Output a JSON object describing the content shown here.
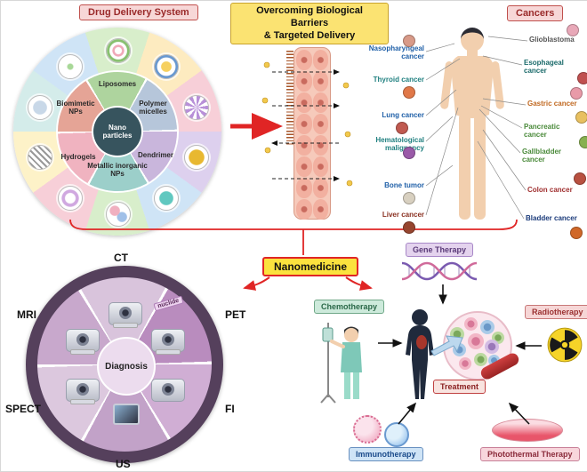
{
  "titles": {
    "drug_delivery": "Drug Delivery System",
    "barriers_line1": "Overcoming Biological Barriers",
    "barriers_line2": "& Targeted Delivery",
    "cancers": "Cancers",
    "nanomedicine": "Nanomedicine"
  },
  "drug_delivery_wheel": {
    "center_line1": "Nano",
    "center_line2": "particles",
    "segments": [
      "Liposomes",
      "Polymer micelles",
      "Dendrimer",
      "Metallic inorganic NPs",
      "Hydrogels",
      "Biomimetic NPs"
    ]
  },
  "cancers": {
    "left": [
      "Nasopharyngeal cancer",
      "Thyroid cancer",
      "Lung cancer",
      "Hematological malignancy",
      "Bone tumor",
      "Liver cancer"
    ],
    "right": [
      "Glioblastoma",
      "Esophageal cancer",
      "Gastric cancer",
      "Pancreatic cancer",
      "Gallbladder cancer",
      "Colon cancer",
      "Bladder cancer"
    ]
  },
  "diagnosis_wheel": {
    "center": "Diagnosis",
    "labels": [
      "CT",
      "PET",
      "FI",
      "US",
      "SPECT",
      "MRI"
    ],
    "nuclide": "nuclide"
  },
  "treatment": {
    "center": "Treatment",
    "therapies": [
      "Gene Therapy",
      "Chemotherapy",
      "Radiotherapy",
      "Immunotherapy",
      "Photothermal Therapy"
    ]
  },
  "colors": {
    "accent_red": "#e02525",
    "highlight_yellow": "#fbe23e",
    "title_pink_bg": "#f7d7d7",
    "gene_purple": "#e4d3ee",
    "chemo_green": "#cdeadb",
    "radio_pink": "#f6d6d6",
    "immuno_blue": "#cfe4f6",
    "photo_pink": "#f8d6dc"
  }
}
